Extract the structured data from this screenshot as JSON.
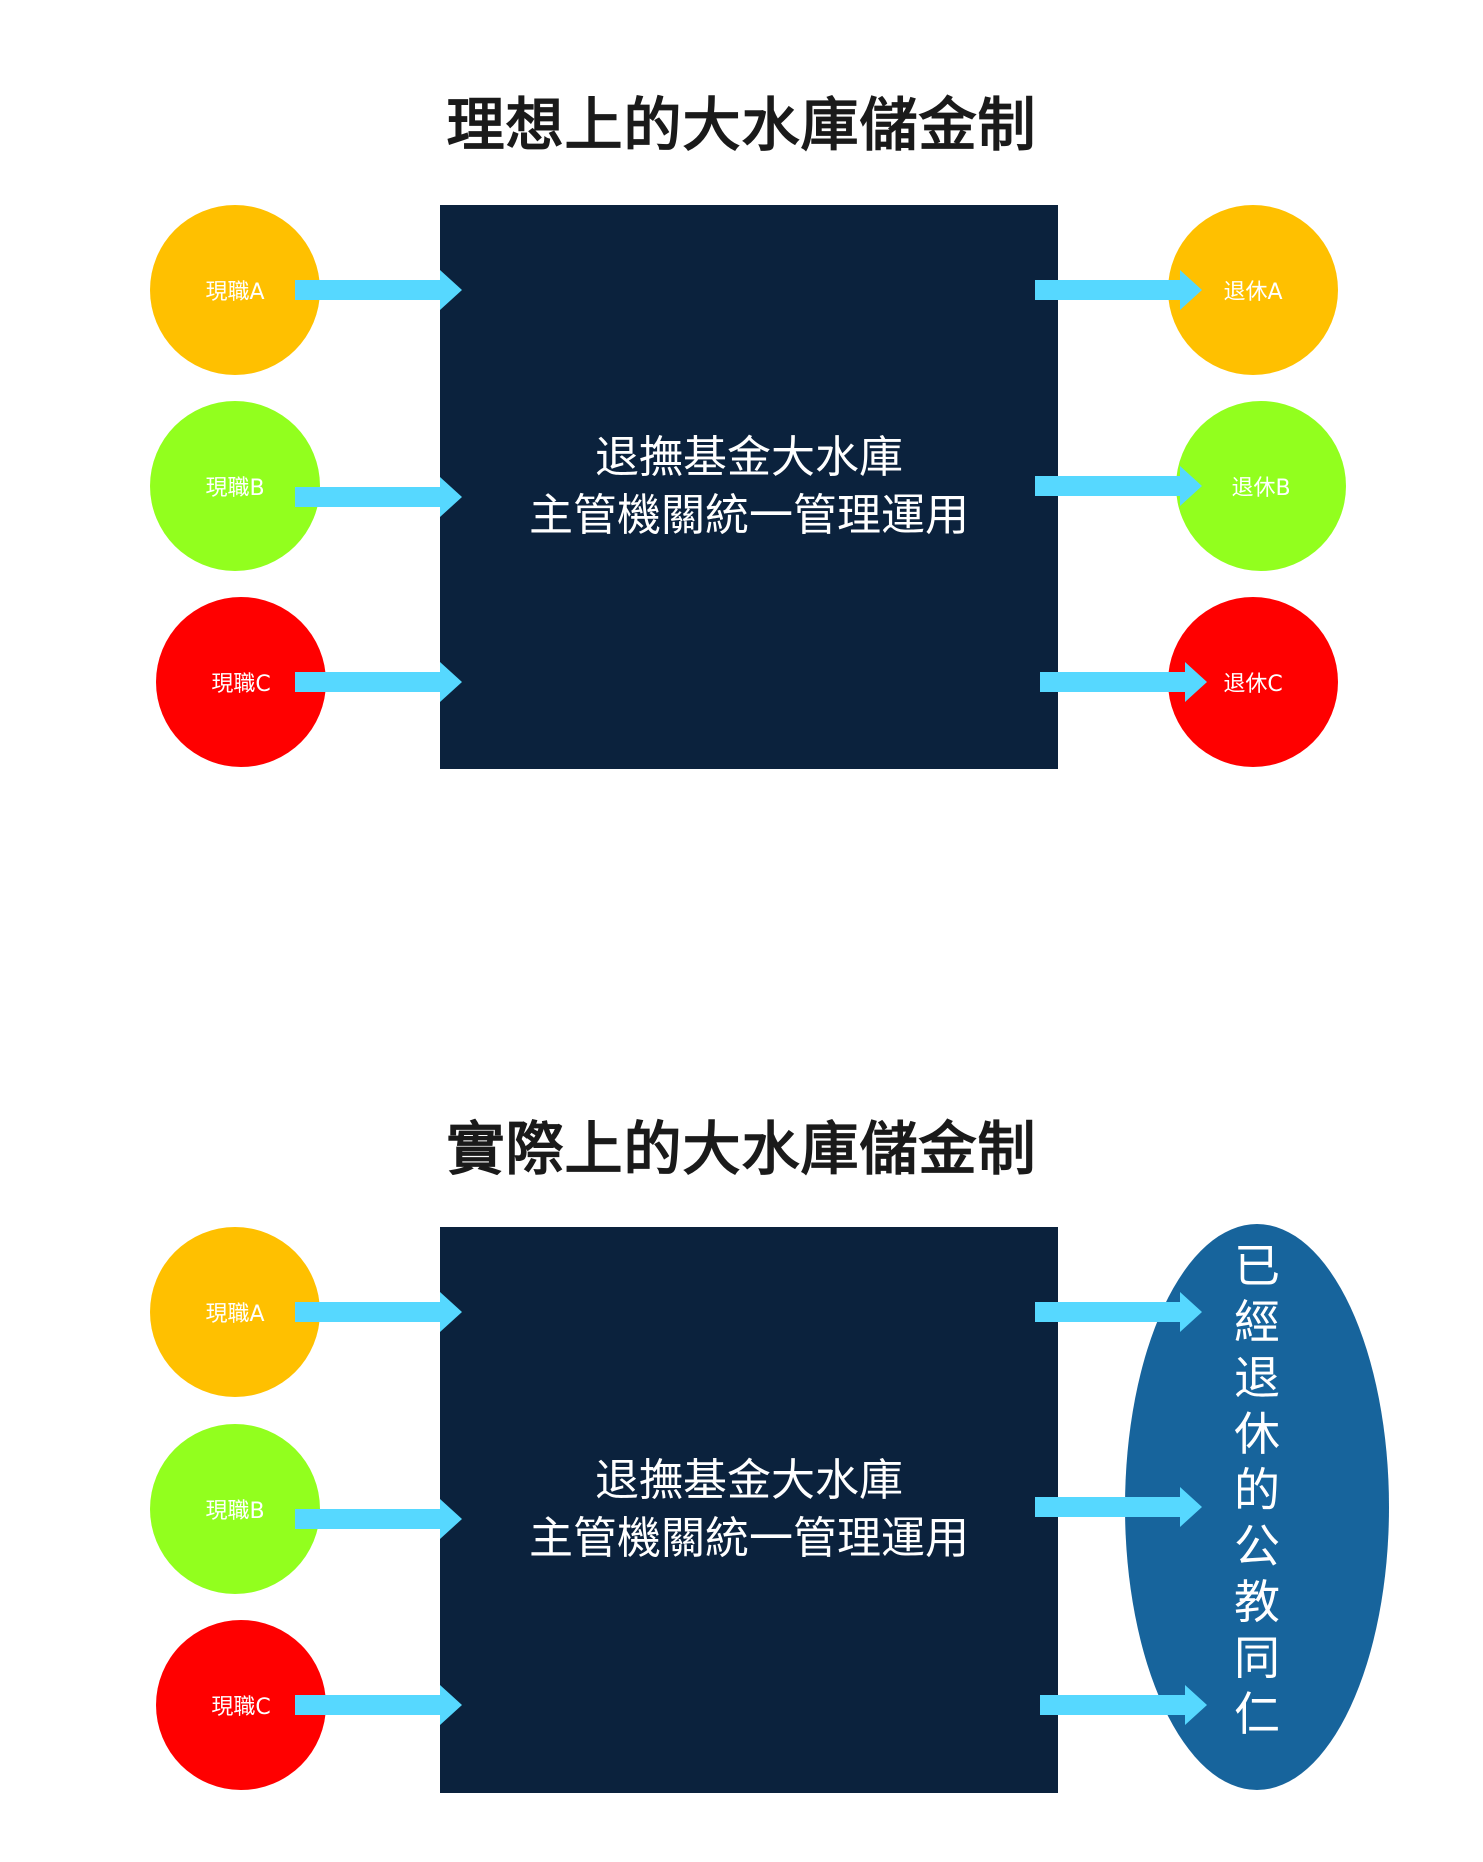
{
  "colors": {
    "box": "#0b223d",
    "arrow": "#56d8ff",
    "orange": "#ffc000",
    "green": "#92ff1e",
    "red": "#ff0000",
    "oval": "#17649c"
  },
  "ideal": {
    "title": "理想上的大水庫儲金制",
    "box_line1": "退撫基金大水庫",
    "box_line2": "主管機關統一管理運用",
    "active": [
      "現職A",
      "現職B",
      "現職C"
    ],
    "retired": [
      "退休A",
      "退休B",
      "退休C"
    ]
  },
  "actual": {
    "title": "實際上的大水庫儲金制",
    "box_line1": "退撫基金大水庫",
    "box_line2": "主管機關統一管理運用",
    "active": [
      "現職A",
      "現職B",
      "現職C"
    ],
    "retired_group": [
      "已",
      "經",
      "退",
      "休",
      "的",
      "公",
      "教",
      "同",
      "仁"
    ]
  }
}
